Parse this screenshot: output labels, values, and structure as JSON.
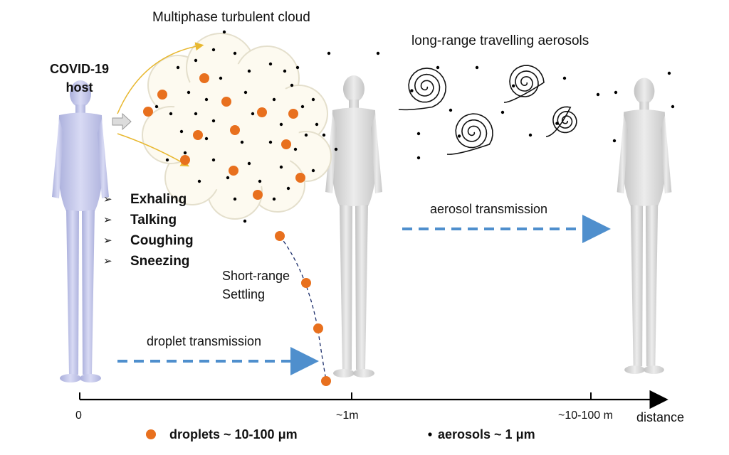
{
  "labels": {
    "cloud_title": "Multiphase turbulent cloud",
    "aerosols_title": "long-range travelling aerosols",
    "host_line1": "COVID-19",
    "host_line2": "host",
    "actions": [
      "Exhaling",
      "Talking",
      "Coughing",
      "Sneezing"
    ],
    "short_line1": "Short-range",
    "short_line2": "Settling",
    "droplet_transmission": "droplet transmission",
    "aerosol_transmission": "aerosol transmission"
  },
  "axis": {
    "ticks": [
      "0",
      "~1m",
      "~10-100 m"
    ],
    "label": "distance"
  },
  "legend": {
    "droplets": "droplets ~ 10-100 μm",
    "aerosols": "aerosols ~ 1 μm"
  },
  "colors": {
    "droplet": "#e8701e",
    "arrow": "#4f8fcd",
    "figure_host": "#c9ccec",
    "figure_person": "#d9d9d9",
    "cloud_fill": "#fdfaf0",
    "cloud_stroke": "#e4dfcc",
    "curve_arrows": "#e8b830"
  }
}
